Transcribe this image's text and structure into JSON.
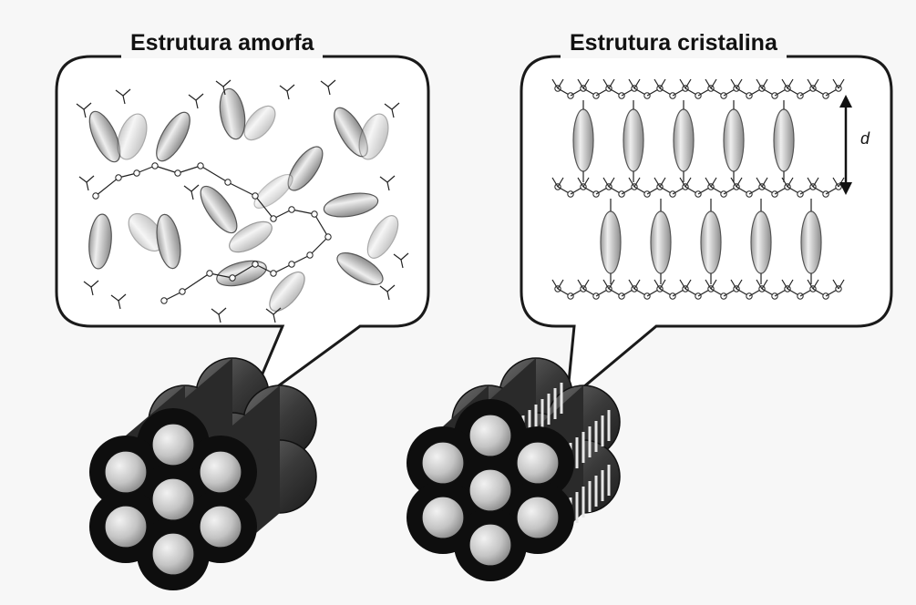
{
  "panels": {
    "amorphous": {
      "title": "Estrutura amorfa"
    },
    "crystalline": {
      "title": "Estrutura cristalina",
      "spacing_label": "d"
    }
  },
  "colors": {
    "background": "#f7f7f7",
    "outline": "#1a1a1a",
    "monolith": "#2e2e2e",
    "monolith_dark": "#111111",
    "pore": "#c8c8c8",
    "ellipsoid": "#c9c9c9"
  }
}
